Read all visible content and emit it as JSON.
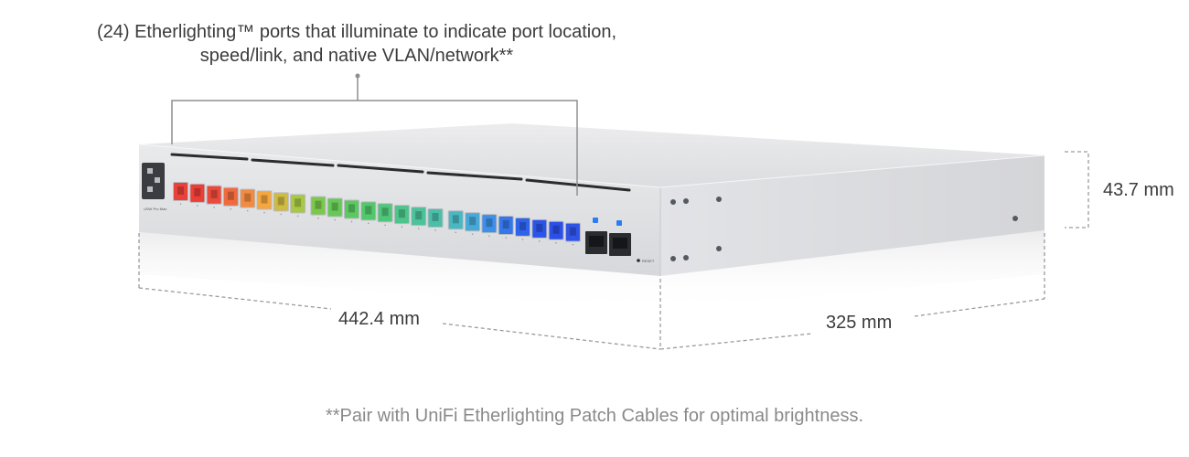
{
  "callout": {
    "line1": "(24) Etherlighting™ ports that illuminate to indicate port location,",
    "line2": "speed/link, and native VLAN/network**"
  },
  "dimensions": {
    "height": "43.7 mm",
    "width": "442.4 mm",
    "depth": "325 mm"
  },
  "footnote": "**Pair with UniFi Etherlighting Patch Cables for optimal brightness.",
  "device": {
    "logo_text": "USW Pro Max",
    "reset_label": "RESET",
    "rj45_port_count": 24,
    "sfp_port_count": 2,
    "port_led_colors": [
      "#e8423a",
      "#ec3e36",
      "#ea4a3c",
      "#ef6a3e",
      "#f28a3f",
      "#f4a63f",
      "#cdbb42",
      "#a8c845",
      "#7cc84c",
      "#66c956",
      "#5cc862",
      "#52c76b",
      "#4fc67a",
      "#4cc48a",
      "#4cc29a",
      "#4bbfaa",
      "#4ab8c2",
      "#48a8d8",
      "#3e8fe6",
      "#3577ea",
      "#2e63ea",
      "#2b55e8",
      "#2c4fe6",
      "#2f53e6"
    ],
    "sfp_led_color": "#2e7df0",
    "body_color": "#e6e7e9"
  }
}
